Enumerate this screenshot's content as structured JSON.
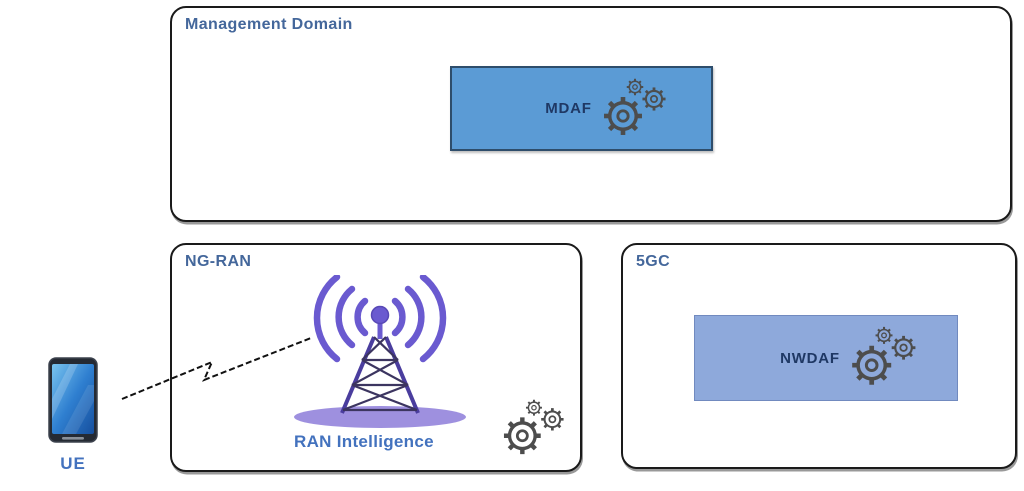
{
  "diagram": {
    "management_domain": {
      "label": "Management Domain",
      "mdaf": {
        "label": "MDAF",
        "icon": "gears-icon"
      }
    },
    "ng_ran": {
      "label": "NG-RAN",
      "tower_icon": "radio-tower-icon",
      "ran_intelligence": {
        "label": "RAN Intelligence",
        "icon": "gears-icon"
      }
    },
    "five_gc": {
      "label": "5GC",
      "nwdaf": {
        "label": "NWDAF",
        "icon": "gears-icon"
      }
    },
    "ue": {
      "label": "UE",
      "icon": "smartphone-icon"
    },
    "link": {
      "icon": "radio-link-zigzag-line"
    }
  },
  "colors": {
    "box_label_blue": "#44679B",
    "bright_label_blue": "#4372BE",
    "node_text_navy": "#1F3864",
    "mdaf_fill": "#5B9BD5",
    "mdaf_border": "#2E4D6B",
    "nwdaf_fill": "#8EA9DB",
    "container_border": "#1A1A1A",
    "gear_gray": "#4D4D4D",
    "tower_purple": "#6A5AD0",
    "tower_rail": "#4A3D9E",
    "tower_dark": "#3C3560",
    "tower_base": "#9384DC",
    "link_line": "#111111"
  }
}
